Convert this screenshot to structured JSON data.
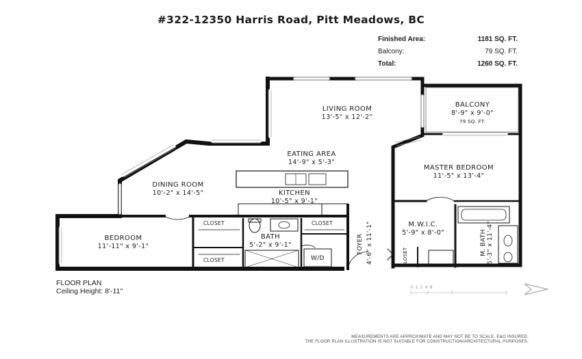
{
  "title": "#322-12350 Harris Road, Pitt Meadows, BC",
  "areas": [
    {
      "label": "Finished Area:",
      "value": "1181 SQ. FT.",
      "bold": true
    },
    {
      "label": "Balcony:",
      "value": "79 SQ. FT.",
      "bold": false
    },
    {
      "label": "Total:",
      "value": "1260 SQ. FT.",
      "bold": true
    }
  ],
  "rooms": {
    "living": {
      "name": "LIVING ROOM",
      "dims": "13'-5\" x 12'-2\""
    },
    "balcony": {
      "name": "BALCONY",
      "dims": "8'-9\" x 9'-0\"",
      "sqft": "79 SQ. FT."
    },
    "eating": {
      "name": "EATING AREA",
      "dims": "14'-9\" x 5'-3\""
    },
    "master": {
      "name": "MASTER BEDROOM",
      "dims": "11'-5\" x 13'-4\""
    },
    "dining": {
      "name": "DINING ROOM",
      "dims": "10'-2\" x 14'-5\""
    },
    "kitchen": {
      "name": "KITCHEN",
      "dims": "10'-5\" x 9'-1\""
    },
    "bedroom": {
      "name": "BEDROOM",
      "dims": "11'-11\" x 9'-1\""
    },
    "bath": {
      "name": "BATH",
      "dims": "5'-2\" x 9'-1\""
    },
    "mwic": {
      "name": "M.W.I.C.",
      "dims": "5'-9\" x 8'-0\""
    },
    "mbath": {
      "name": "M. BATH",
      "dims": "5'-3\" x 11'-4\""
    },
    "foyer": {
      "name": "FOYER",
      "dims": "4'-6\" x 11'-1\""
    }
  },
  "labels": {
    "closet": "CLOSET",
    "wd": "W/D"
  },
  "footer": {
    "floor_plan": "FLOOR PLAN",
    "ceiling": "Ceiling Height: 8'-11\"",
    "scale": "0  1  2    4        8",
    "disclaimer_1": "MEASUREMENTS ARE APPROXIMATE AND MAY NOT BE TO SCALE. E&O INSURED.",
    "disclaimer_2": "THE FLOOR PLAN ILLUSTRATION IS NOT SUITABLE FOR CONSTRUCTION/ARCHITECTURAL PURPOSES."
  }
}
